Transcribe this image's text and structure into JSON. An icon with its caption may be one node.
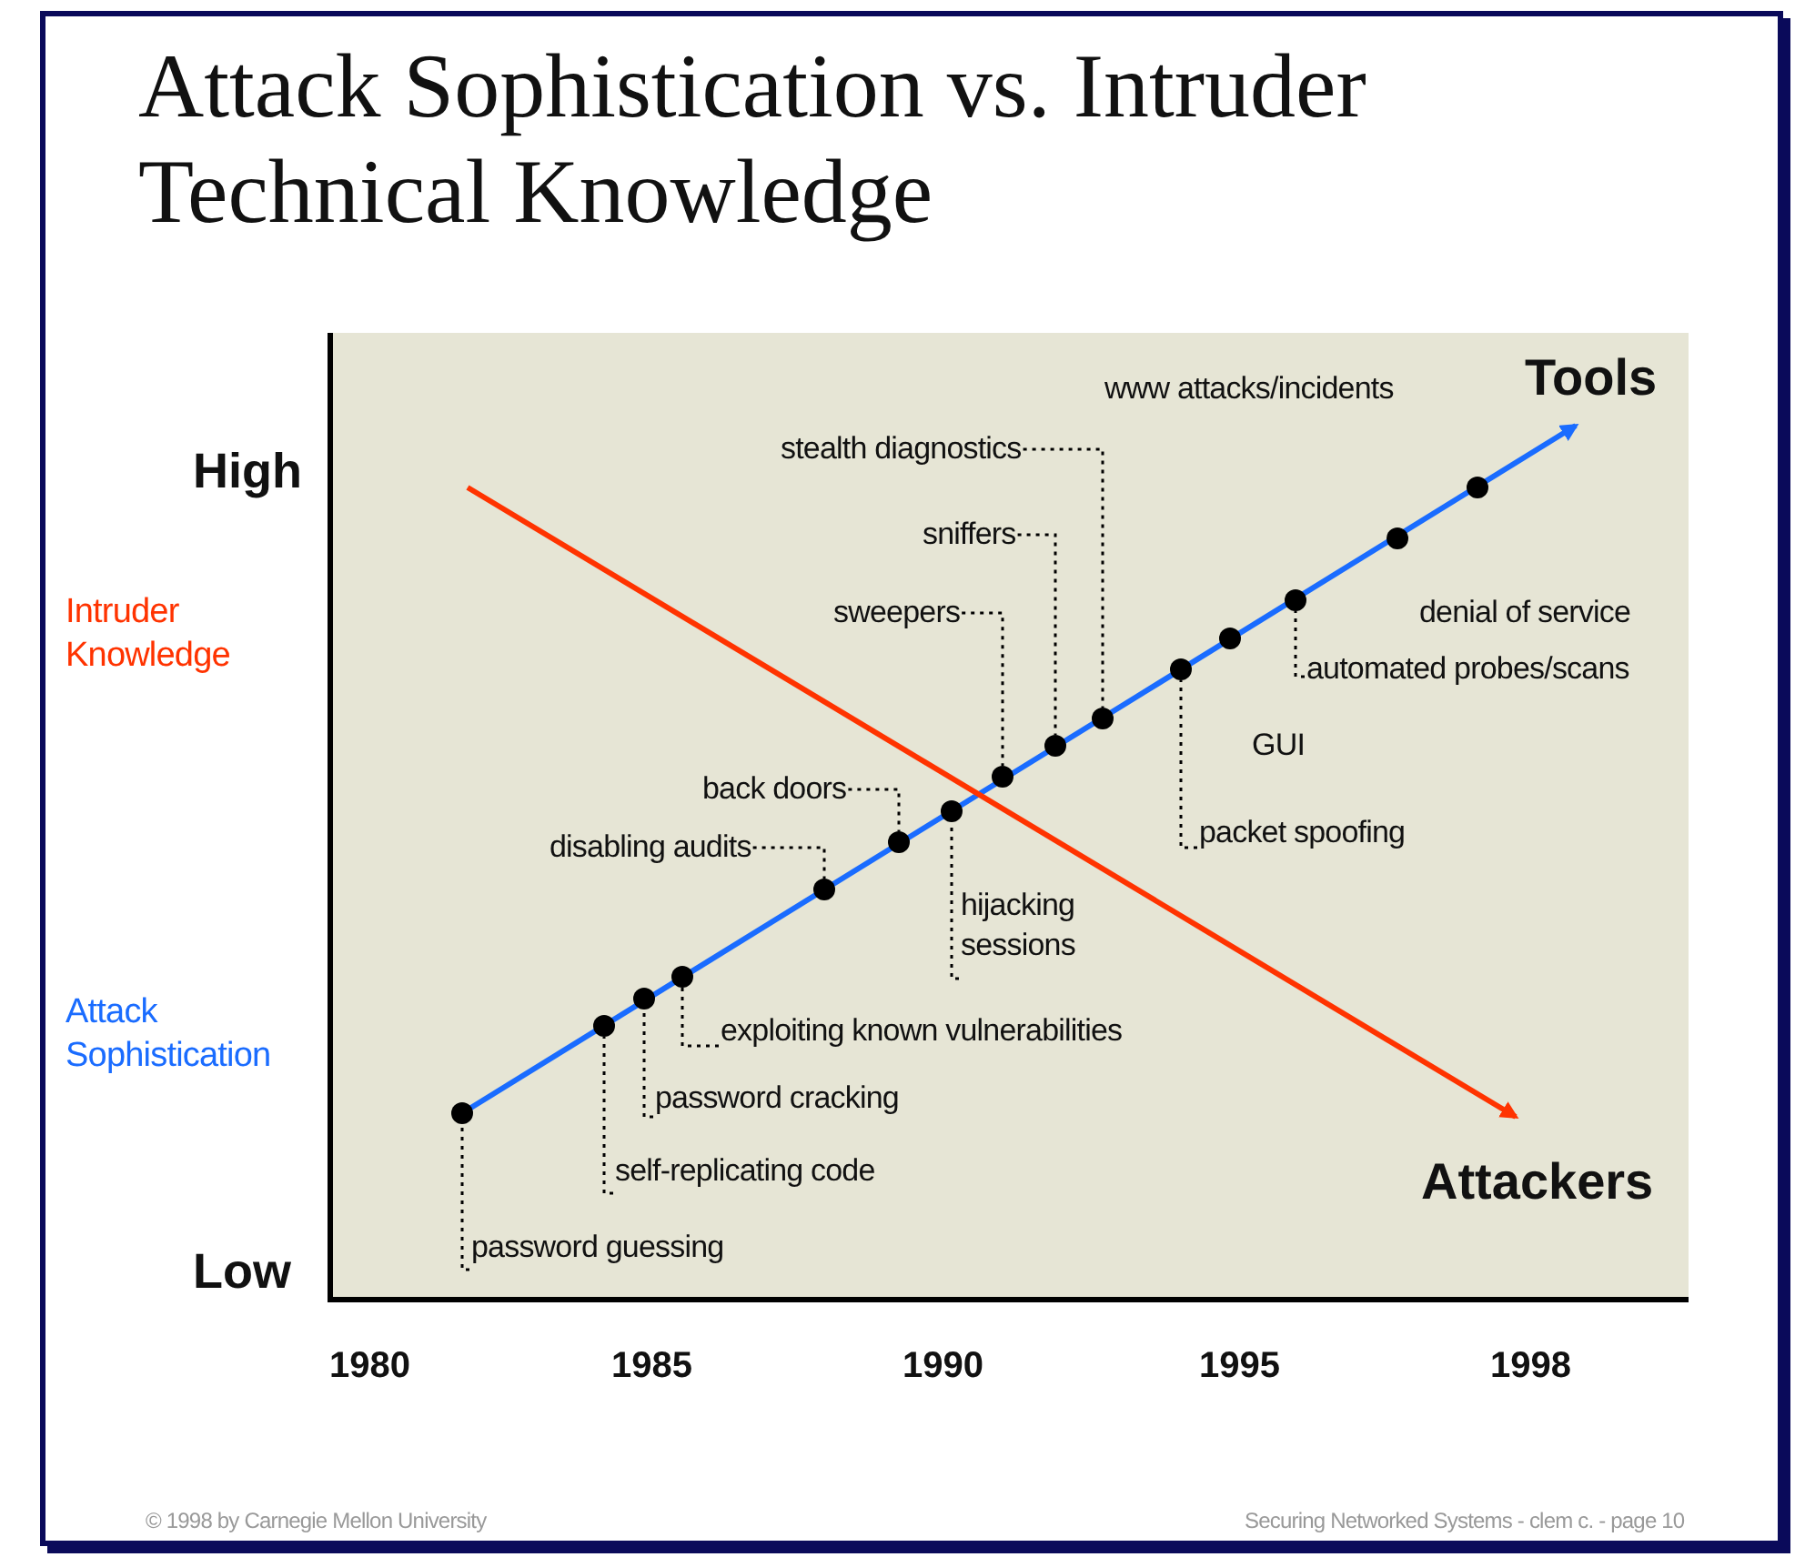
{
  "diagram": {
    "title": "Attack Sophistication vs. Intruder Technical Knowledge",
    "nodes": [
      {
        "text": [
          "password guessing"
        ]
      },
      {
        "text": [
          "self-replicating code"
        ]
      },
      {
        "text": [
          "password cracking"
        ]
      },
      {
        "text": [
          "exploiting known vulnerabilities"
        ]
      },
      {
        "text": [
          "disabling audits"
        ]
      },
      {
        "text": [
          "back doors"
        ]
      },
      {
        "text": [
          "hijacking sessions"
        ]
      },
      {
        "text": [
          "sweepers"
        ]
      },
      {
        "text": [
          "sniffers"
        ]
      },
      {
        "text": [
          "stealth diagnostics"
        ]
      },
      {
        "text": [
          "packet spoofing"
        ]
      },
      {
        "text": [
          "automated probes/scans"
        ]
      },
      {
        "text": [],
        "shape": "circle"
      },
      {
        "text": [],
        "shape": "circle"
      },
      {
        "text": [],
        "shape": "circle"
      },
      {
        "text": [],
        "shape": "circle"
      },
      {
        "text": [],
        "shape": "circle"
      },
      {
        "text": [],
        "shape": "circle"
      },
      {
        "text": [],
        "shape": "circle"
      },
      {
        "text": [],
        "shape": "circle"
      },
      {
        "text": [],
        "shape": "circle"
      },
      {
        "text": [],
        "shape": "circle"
      },
      {
        "text": [],
        "shape": "circle"
      },
      {
        "text": [],
        "shape": "circle"
      },
      {
        "text": [],
        "shape": "circle"
      },
      {
        "text": [],
        "shape": "circle"
      },
      {
        "text": [],
        "shape": "circle"
      }
    ],
    "edges": [
      {
        "from": 0,
        "to": 12,
        "arrow": "none",
        "style": "dashed"
      },
      {
        "from": 1,
        "to": 13,
        "arrow": "none",
        "style": "dashed"
      },
      {
        "from": 2,
        "to": 14,
        "arrow": "none",
        "style": "dashed"
      },
      {
        "from": 3,
        "to": 15,
        "arrow": "none",
        "style": "dashed"
      },
      {
        "from": 4,
        "to": 16,
        "arrow": "none",
        "style": "dashed"
      },
      {
        "from": 5,
        "to": 17,
        "arrow": "none",
        "style": "dashed"
      },
      {
        "from": 6,
        "to": 18,
        "arrow": "none",
        "style": "dashed"
      },
      {
        "from": 7,
        "to": 19,
        "arrow": "none",
        "style": "dashed"
      },
      {
        "from": 8,
        "to": 20,
        "arrow": "none",
        "style": "dashed"
      },
      {
        "from": 9,
        "to": 21,
        "arrow": "none",
        "style": "dashed"
      },
      {
        "from": 10,
        "to": 22,
        "arrow": "none",
        "style": "dashed"
      },
      {
        "from": 11,
        "to": 24,
        "arrow": "none",
        "style": "dashed"
      }
    ],
    "labels": [
      "www attacks/incidents",
      "Tools",
      "High",
      "Intruder Knowledge",
      "denial of service",
      "GUI",
      "Attack Sophistication",
      "Attackers",
      "Low",
      "1980",
      "1985",
      "1990",
      "1995",
      "1998",
      "© 1998 by Carnegie Mellon University",
      "Securing Networked Systems - clem c. - page 10"
    ]
  }
}
